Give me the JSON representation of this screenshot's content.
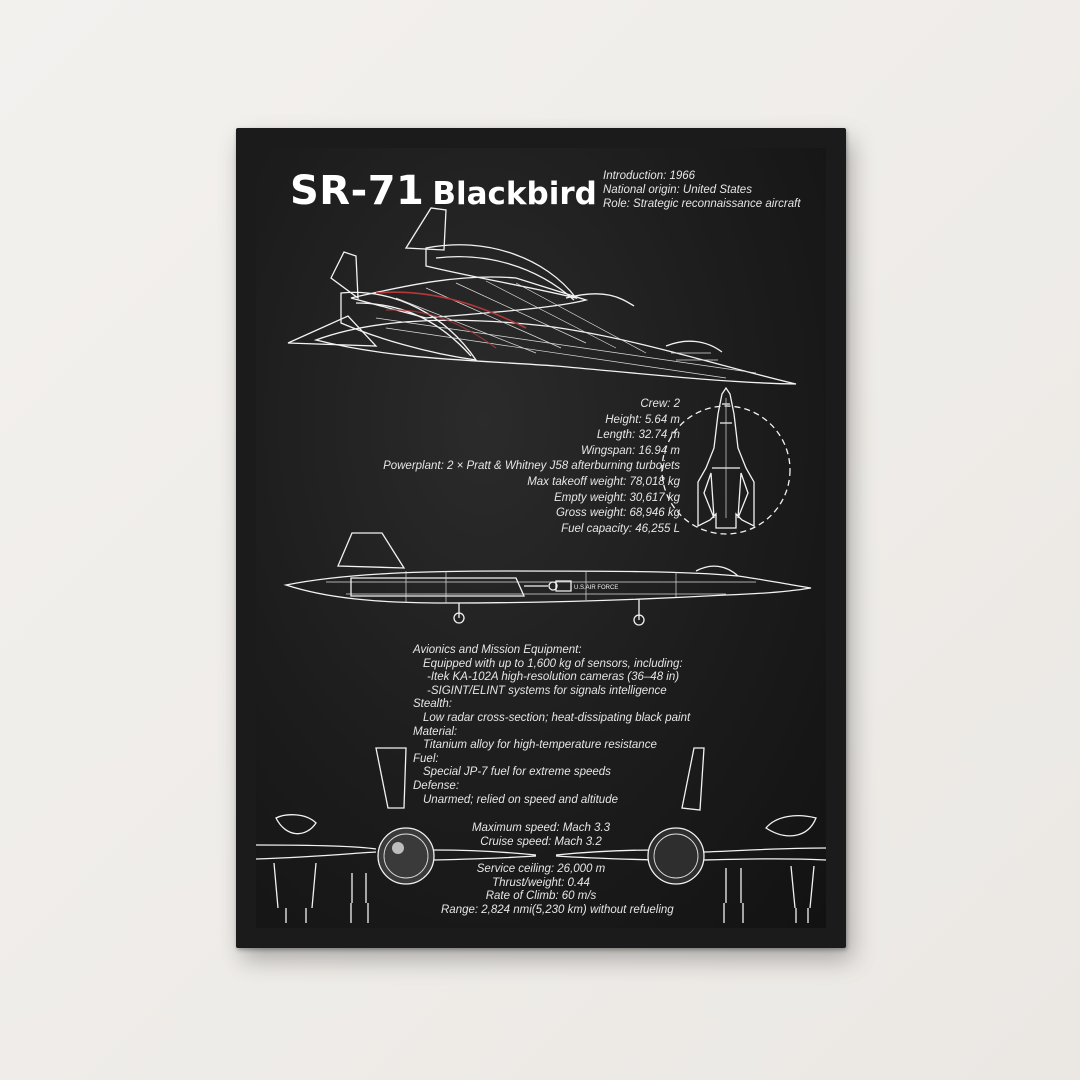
{
  "poster": {
    "title_main": "SR-71",
    "title_sub": "Blackbird",
    "meta": [
      "Introduction: 1966",
      "National origin: United States",
      "Role: Strategic reconnaissance aircraft"
    ],
    "specs": [
      "Crew: 2",
      "Height: 5.64 m",
      "Length: 32.74 m",
      "Wingspan: 16.94 m",
      "Powerplant: 2 × Pratt & Whitney J58 afterburning turbojets",
      "Max takeoff weight: 78,018 kg",
      "Empty weight: 30,617 kg",
      "Gross weight: 68,946 kg",
      "Fuel capacity: 46,255 L"
    ],
    "fuselage_marking": "U.S.AIR FORCE",
    "mission": {
      "avionics_heading": "Avionics and Mission Equipment:",
      "avionics_1": "Equipped with up to 1,600 kg of sensors, including:",
      "avionics_2": "-Itek KA-102A high-resolution cameras (36–48 in)",
      "avionics_3": "-SIGINT/ELINT systems for signals intelligence",
      "stealth_heading": "Stealth:",
      "stealth_text": "Low radar cross-section; heat-dissipating black paint",
      "material_heading": "Material:",
      "material_text": "Titanium alloy for high-temperature resistance",
      "fuel_heading": "Fuel:",
      "fuel_text": "Special JP-7 fuel for extreme speeds",
      "defense_heading": "Defense:",
      "defense_text": "Unarmed; relied on speed and altitude"
    },
    "performance": {
      "max_speed": "Maximum speed: Mach 3.3",
      "cruise_speed": "Cruise speed: Mach 3.2",
      "ceiling": "Service ceiling: 26,000 m",
      "thrust": "Thrust/weight: 0.44",
      "climb": "Rate of Climb: 60 m/s",
      "range": "Range: 2,824 nmi(5,230 km) without refueling"
    }
  }
}
